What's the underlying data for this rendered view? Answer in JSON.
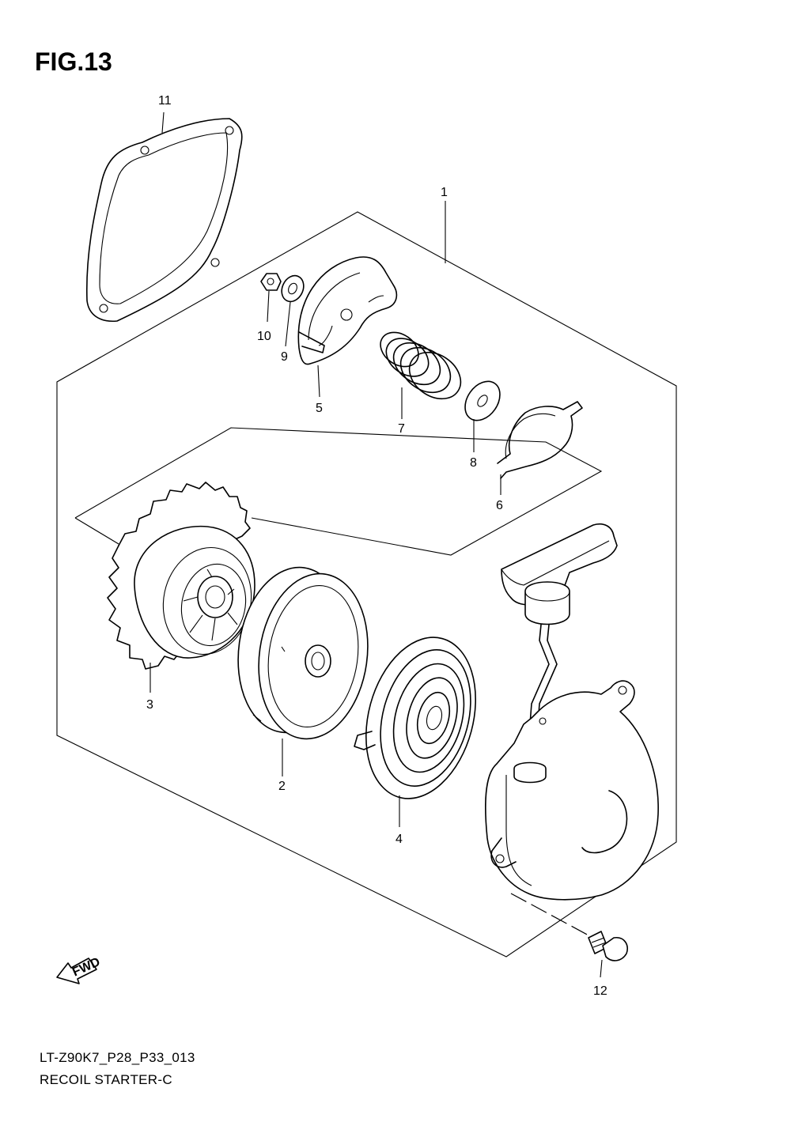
{
  "figure": {
    "title": "FIG.13",
    "code": "LT-Z90K7_P28_P33_013",
    "name": "RECOIL STARTER-C",
    "direction_label": "FWD"
  },
  "callouts": [
    "1",
    "2",
    "3",
    "4",
    "5",
    "6",
    "7",
    "8",
    "9",
    "10",
    "11",
    "12"
  ]
}
